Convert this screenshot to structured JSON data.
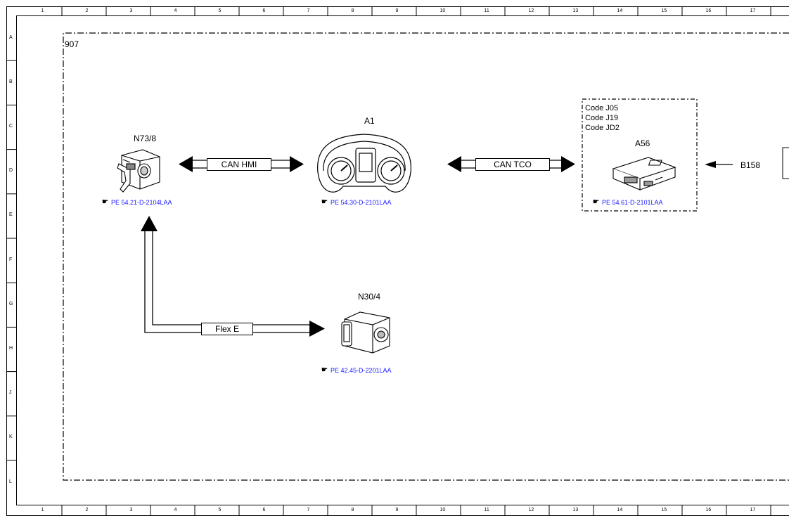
{
  "frame": {
    "columns": [
      "1",
      "2",
      "3",
      "4",
      "5",
      "6",
      "7",
      "8",
      "9",
      "10",
      "11",
      "12",
      "13",
      "14",
      "15",
      "16",
      "17"
    ],
    "rows": [
      "A",
      "B",
      "C",
      "D",
      "E",
      "F",
      "G",
      "H",
      "J",
      "K",
      "L"
    ]
  },
  "group_label": "907",
  "components": {
    "n73": {
      "label": "N73/8",
      "ref": "PE 54.21-D-2104LAA",
      "icon": "ignition-switch-icon"
    },
    "a1": {
      "label": "A1",
      "ref": "PE 54.30-D-2101LAA",
      "icon": "instrument-cluster-icon"
    },
    "a56": {
      "label": "A56",
      "ref": "PE 54.61-D-2101LAA",
      "icon": "control-unit-icon",
      "codes": [
        "Code J05",
        "Code J19",
        "Code JD2"
      ]
    },
    "n30": {
      "label": "N30/4",
      "ref": "PE 42.45-D-2201LAA",
      "icon": "control-module-icon"
    },
    "b158": {
      "label": "B158"
    }
  },
  "buses": {
    "can_hmi": "CAN HMI",
    "can_tco": "CAN TCO",
    "flex_e": "Flex E"
  }
}
